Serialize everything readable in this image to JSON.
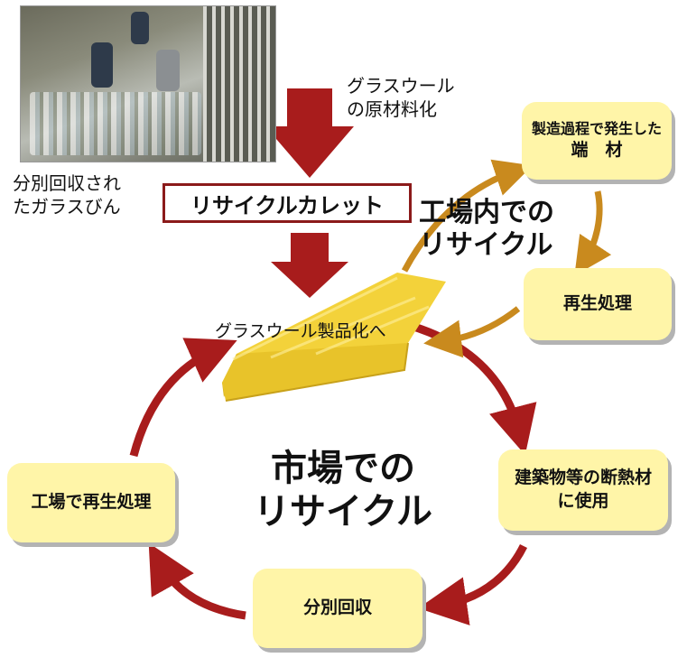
{
  "photo_caption": [
    "分別回収され",
    "たガラスびん"
  ],
  "raw_material_label": [
    "グラスウール",
    "の原材料化"
  ],
  "cullet_label": "リサイクルカレット",
  "product_label": "グラスウール製品化へ",
  "factory_cycle_title": [
    "工場内での",
    "リサイクル"
  ],
  "market_cycle_title": [
    "市場での",
    "リサイクル"
  ],
  "boxes": {
    "scrap": [
      "製造過程で発生した",
      "端　材"
    ],
    "factory_regen": "再生処理",
    "building_use": [
      "建築物等の断熱材",
      "に使用"
    ],
    "collection": "分別回収",
    "plant_regen": "工場で再生処理"
  },
  "colors": {
    "box_fill": "#fff5a8",
    "market_arrow": "#a81c1c",
    "factory_arrow": "#c98a1e",
    "down_arrow": "#a81c1c"
  }
}
